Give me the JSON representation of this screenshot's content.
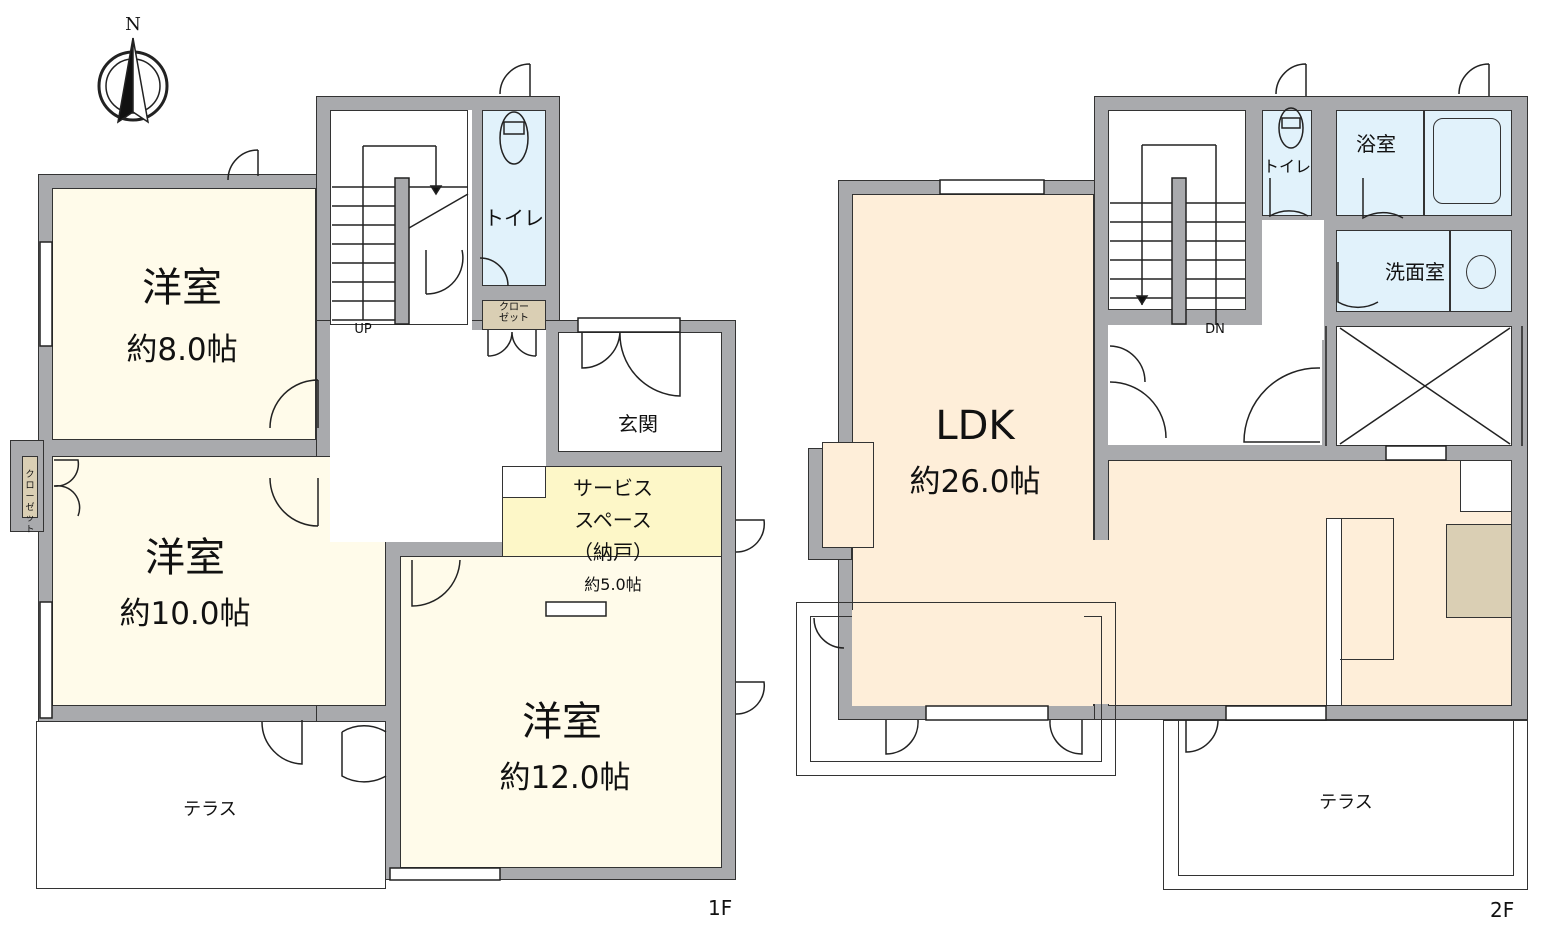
{
  "compass": {
    "label": "N"
  },
  "floor1": {
    "floor_label": "1F",
    "rooms": {
      "western1": {
        "name": "洋室",
        "size": "約8.0帖"
      },
      "western2": {
        "name": "洋室",
        "size": "約10.0帖"
      },
      "western3": {
        "name": "洋室",
        "size": "約12.0帖"
      },
      "toilet": {
        "name": "トイレ"
      },
      "closet_hall": {
        "name": "クロー\nゼット"
      },
      "closet_west": {
        "name": "クロー\nゼット"
      },
      "entrance": {
        "name": "玄関"
      },
      "service_space": {
        "line1": "サービス",
        "line2": "スペース",
        "line3": "（納戸）",
        "size": "約5.0帖"
      },
      "terrace": {
        "name": "テラス"
      }
    },
    "stairs": {
      "label": "UP"
    }
  },
  "floor2": {
    "floor_label": "2F",
    "rooms": {
      "ldk": {
        "name": "LDK",
        "size": "約26.0帖"
      },
      "toilet": {
        "name": "トイレ"
      },
      "bath": {
        "name": "浴室"
      },
      "washroom": {
        "name": "洗面室"
      },
      "terrace": {
        "name": "テラス"
      }
    },
    "stairs": {
      "label": "DN"
    }
  },
  "colors": {
    "wall": "#a9aaad",
    "bedroom": "#fffbea",
    "wet_area": "#e1f2fb",
    "ldk": "#feeed9",
    "storage": "#fdf7c8",
    "closet": "#dacfb4"
  }
}
